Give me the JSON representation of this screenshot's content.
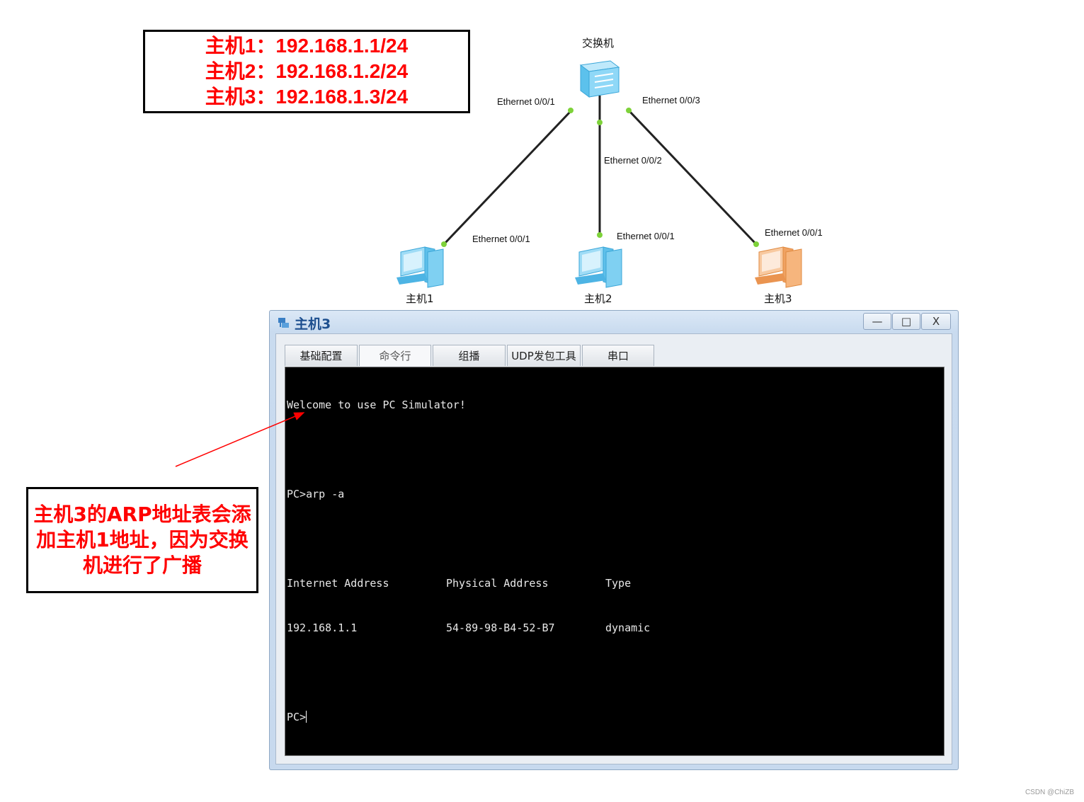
{
  "ip_box": {
    "lines": [
      "主机1：192.168.1.1/24",
      "主机2：192.168.1.2/24",
      "主机3：192.168.1.3/24"
    ]
  },
  "topology": {
    "switch_label": "交换机",
    "switch_ports": {
      "p1": "Ethernet 0/0/1",
      "p2": "Ethernet 0/0/2",
      "p3": "Ethernet 0/0/3"
    },
    "hosts": [
      {
        "label": "主机1",
        "port": "Ethernet 0/0/1",
        "color": "#6ec6ef"
      },
      {
        "label": "主机2",
        "port": "Ethernet 0/0/1",
        "color": "#6ec6ef"
      },
      {
        "label": "主机3",
        "port": "Ethernet 0/0/1",
        "color": "#f3a969"
      }
    ],
    "link_dot_color": "#7ed23a"
  },
  "note": {
    "lines": [
      "主机3的ARP地址表会添",
      "加主机1地址，因为交换",
      "机进行了广播"
    ]
  },
  "window": {
    "title": "主机3",
    "buttons": {
      "minimize": "—",
      "maximize": "□",
      "close": "X"
    },
    "tabs": [
      "基础配置",
      "命令行",
      "组播",
      "UDP发包工具",
      "串口"
    ],
    "active_tab": 1,
    "terminal": {
      "welcome": "Welcome to use PC Simulator!",
      "command": "PC>arp -a",
      "headers": [
        "Internet Address",
        "Physical Address",
        "Type"
      ],
      "rows": [
        [
          "192.168.1.1",
          "54-89-98-B4-52-B7",
          "dynamic"
        ]
      ],
      "prompt": "PC>"
    }
  },
  "watermark": "CSDN @ChiZB",
  "colors": {
    "accent_red": "#ff0000"
  }
}
